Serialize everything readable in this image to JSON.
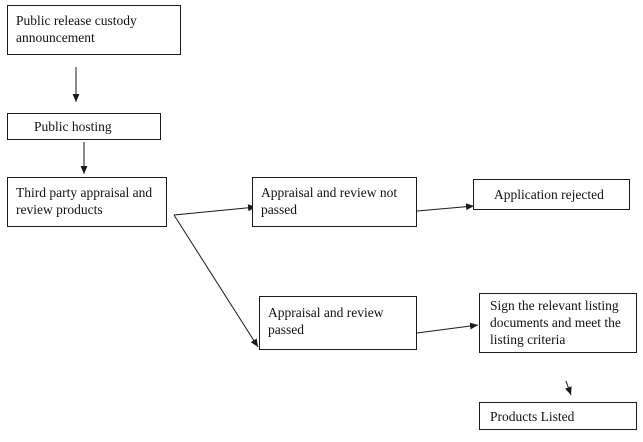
{
  "diagram": {
    "nodes": {
      "announce": "Public release custody announcement",
      "hosting": "Public hosting",
      "third_party": "Third party appraisal and review products",
      "not_passed": "Appraisal and review not passed",
      "rejected": "Application rejected",
      "passed": "Appraisal and review passed",
      "sign": "Sign the relevant listing documents and meet the listing criteria",
      "listed": "Products Listed"
    },
    "edges": [
      {
        "from": "announce",
        "to": "hosting"
      },
      {
        "from": "hosting",
        "to": "third_party"
      },
      {
        "from": "third_party",
        "to": "not_passed"
      },
      {
        "from": "third_party",
        "to": "passed"
      },
      {
        "from": "not_passed",
        "to": "rejected"
      },
      {
        "from": "passed",
        "to": "sign"
      },
      {
        "from": "sign",
        "to": "listed"
      }
    ],
    "colors": {
      "stroke": "#1a1a1a",
      "background": "#ffffff"
    }
  }
}
